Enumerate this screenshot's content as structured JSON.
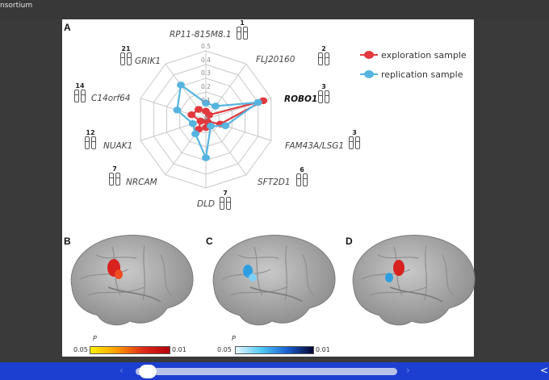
{
  "window": {
    "title": "nsortium"
  },
  "panels": {
    "a": "A",
    "b": "B",
    "c": "C",
    "d": "D"
  },
  "radar": {
    "ticks": [
      "0.5",
      "0.4",
      "0.3",
      "0.2",
      "0.1",
      "0"
    ],
    "genes": [
      {
        "name": "RP11-815M8.1",
        "chr": "1",
        "bold": false
      },
      {
        "name": "FLJ20160",
        "chr": "2",
        "bold": false
      },
      {
        "name": "ROBO1",
        "chr": "3",
        "bold": true
      },
      {
        "name": "FAM43A/LSG1",
        "chr": "3",
        "bold": false
      },
      {
        "name": "SFT2D1",
        "chr": "6",
        "bold": false
      },
      {
        "name": "DLD",
        "chr": "7",
        "bold": false
      },
      {
        "name": "NRCAM",
        "chr": "7",
        "bold": false
      },
      {
        "name": "NUAK1",
        "chr": "12",
        "bold": false
      },
      {
        "name": "C14orf64",
        "chr": "14",
        "bold": false
      },
      {
        "name": "GRIK1",
        "chr": "21",
        "bold": false
      }
    ],
    "series": [
      {
        "name": "exploration sample",
        "color": "#e0393e",
        "values": [
          0.06,
          0.04,
          0.44,
          0.11,
          0.02,
          0.06,
          0.09,
          0.04,
          0.11,
          0.09
        ]
      },
      {
        "name": "replication sample",
        "color": "#56b4e0",
        "values": [
          0.12,
          0.12,
          0.4,
          0.15,
          0.06,
          0.28,
          0.13,
          0.1,
          0.22,
          0.31
        ]
      }
    ]
  },
  "legend": {
    "exploration": "exploration sample",
    "replication": "replication sample"
  },
  "colorbars": [
    {
      "p": "P",
      "left": "0.05",
      "right": "0.01"
    },
    {
      "p": "P",
      "left": "0.05",
      "right": "0.01"
    }
  ],
  "colors": {
    "exploration": "#e0393e",
    "replication": "#56b4e0",
    "accent": "#1d3fd1"
  },
  "nav": {
    "prev": "‹",
    "next": "›",
    "back": "<"
  },
  "slider": {
    "position": 0.02
  }
}
